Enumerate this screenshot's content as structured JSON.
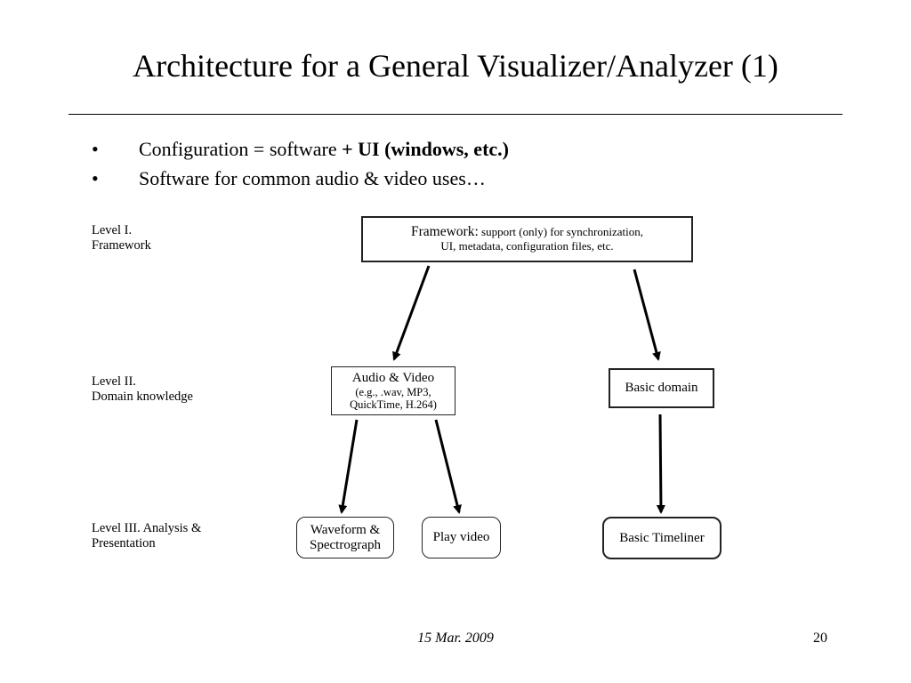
{
  "slide": {
    "title": "Architecture for a General Visualizer/Analyzer (1)",
    "bullets": [
      {
        "marker": "•",
        "text": "Configuration = software ",
        "bold_text": "+ UI (windows, etc.)"
      },
      {
        "marker": "•",
        "text": "Software for common audio & video uses…"
      }
    ]
  },
  "diagram": {
    "levels": {
      "level1": {
        "line1": "Level I.",
        "line2": "Framework"
      },
      "level2": {
        "line1": "Level II.",
        "line2": "Domain knowledge"
      },
      "level3": {
        "line1": "Level III. Analysis &",
        "line2": "Presentation"
      }
    },
    "nodes": {
      "framework": {
        "lead": "Framework:",
        "line1_rest": " support (only) for synchronization,",
        "line2": "UI, metadata, configuration files, etc."
      },
      "audio_video": {
        "label": "Audio & Video",
        "sub1": "(e.g., .wav, MP3,",
        "sub2": "QuickTime, H.264)"
      },
      "basic_domain": {
        "label": "Basic domain"
      },
      "waveform": {
        "line1": "Waveform &",
        "line2": "Spectrograph"
      },
      "play_video": {
        "label": "Play video"
      },
      "basic_timeliner": {
        "label": "Basic Timeliner"
      }
    },
    "edges": [
      {
        "from": "framework",
        "to": "audio_video"
      },
      {
        "from": "framework",
        "to": "basic_domain"
      },
      {
        "from": "audio_video",
        "to": "waveform"
      },
      {
        "from": "audio_video",
        "to": "play_video"
      },
      {
        "from": "basic_domain",
        "to": "basic_timeliner"
      }
    ]
  },
  "footer": {
    "date": "15 Mar. 2009",
    "page_number": "20"
  }
}
